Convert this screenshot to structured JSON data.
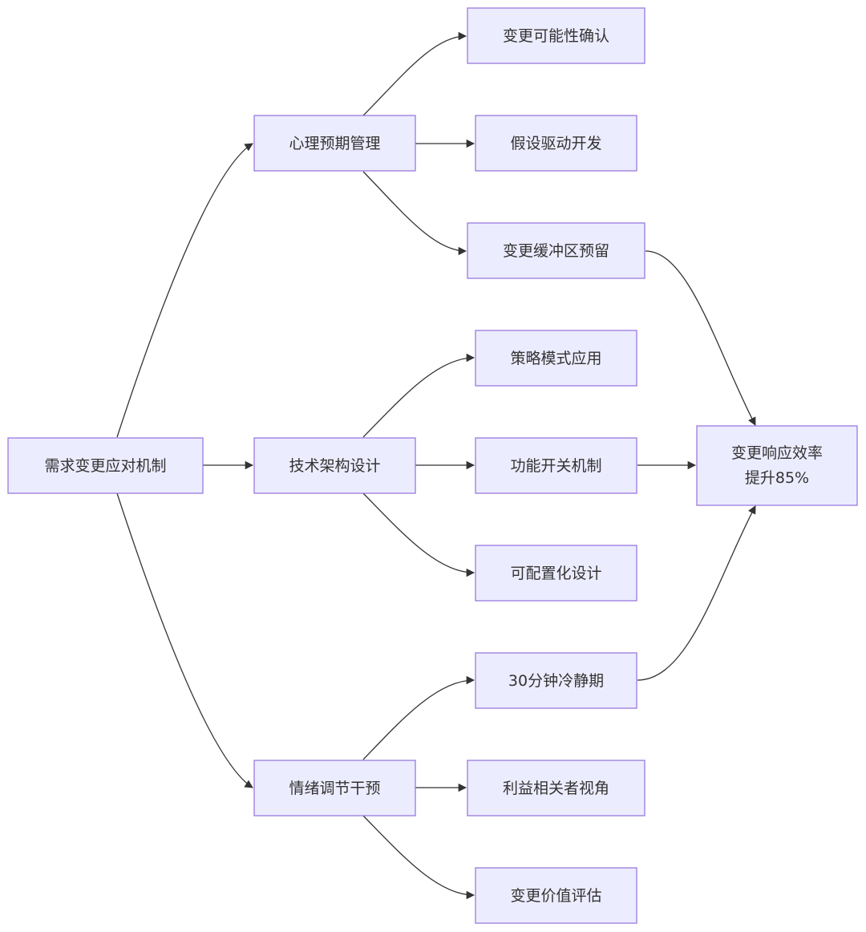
{
  "nodes": {
    "root": "需求变更应对机制",
    "psych": "心理预期管理",
    "tech": "技术架构设计",
    "emotion": "情绪调节干预",
    "confirm": "变更可能性确认",
    "hypo": "假设驱动开发",
    "buffer": "变更缓冲区预留",
    "strategy": "策略模式应用",
    "toggle": "功能开关机制",
    "config": "可配置化设计",
    "cooldown": "30分钟冷静期",
    "stakeholder": "利益相关者视角",
    "value": "变更价值评估",
    "result_line1": "变更响应效率",
    "result_line2": "提升85%"
  },
  "colors": {
    "node_fill": "#ECECFF",
    "node_stroke": "#9370DB",
    "edge": "#333333",
    "text": "#333333"
  }
}
